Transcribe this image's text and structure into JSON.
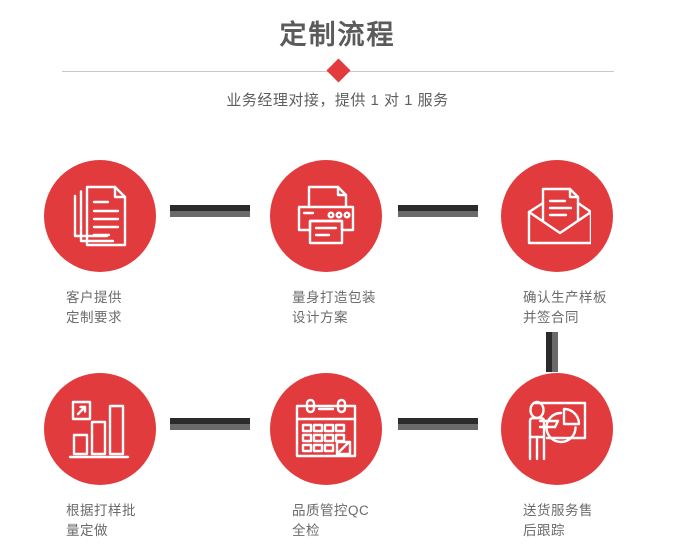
{
  "header": {
    "title": "定制流程",
    "subtitle": "业务经理对接，提供 1 对 1 服务"
  },
  "colors": {
    "accent_red": "#e23b3e",
    "title_gray": "#5b5b5b",
    "label_gray": "#6b6b6b",
    "connector_dark": "#2b2b2b",
    "connector_gray": "#6a6a6a",
    "divider_gray": "#c9c9c9",
    "background": "#ffffff"
  },
  "flow": {
    "steps": [
      {
        "index": 1,
        "icon": "documents-stack-icon",
        "label": "客户提供\n定制要求",
        "line1": "客户提供",
        "line2": "定制要求"
      },
      {
        "index": 2,
        "icon": "printer-icon",
        "label": "量身打造包装\n设计方案",
        "line1": "量身打造包装",
        "line2": "设计方案"
      },
      {
        "index": 3,
        "icon": "envelope-document-icon",
        "label": "确认生产样板\n并签合同",
        "line1": "确认生产样板",
        "line2": "并签合同"
      },
      {
        "index": 4,
        "icon": "bar-chart-growth-icon",
        "label": "根据打样批\n量定做",
        "line1": "根据打样批",
        "line2": "量定做"
      },
      {
        "index": 5,
        "icon": "calendar-check-icon",
        "label": "品质管控QC\n全检",
        "line1": "品质管控QC",
        "line2": "全检"
      },
      {
        "index": 6,
        "icon": "presenter-pie-chart-icon",
        "label": "送货服务售\n后跟踪",
        "line1": "送货服务售",
        "line2": "后跟踪"
      }
    ],
    "connectors": [
      {
        "name": "connector-step1-step2",
        "orientation": "horizontal"
      },
      {
        "name": "connector-step2-step3",
        "orientation": "horizontal"
      },
      {
        "name": "connector-step3-step6",
        "orientation": "vertical"
      },
      {
        "name": "connector-step4-step5",
        "orientation": "horizontal"
      },
      {
        "name": "connector-step5-step6",
        "orientation": "horizontal"
      }
    ]
  }
}
